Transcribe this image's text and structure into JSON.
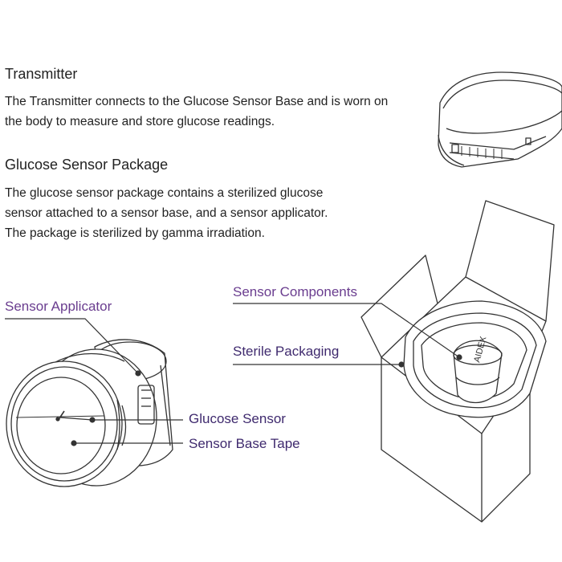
{
  "transmitter": {
    "heading": "Transmitter",
    "body": "The Transmitter connects to the Glucose Sensor Base and is worn on the body to measure and store glucose readings."
  },
  "package": {
    "heading": "Glucose Sensor Package",
    "body_line1": "The glucose sensor package contains a sterilized glucose",
    "body_line2": "sensor attached to a sensor base, and a sensor applicator.",
    "body_line3": "The package is sterilized by gamma irradiation."
  },
  "labels": {
    "sensor_applicator": "Sensor Applicator",
    "glucose_sensor": "Glucose Sensor",
    "sensor_base_tape": "Sensor Base Tape",
    "sensor_components": "Sensor Components",
    "sterile_packaging": "Sterile Packaging"
  },
  "brand_mark": "AIDEX",
  "colors": {
    "label_purple": "#6a3d8f",
    "line_dark": "#333333",
    "text": "#222222"
  }
}
